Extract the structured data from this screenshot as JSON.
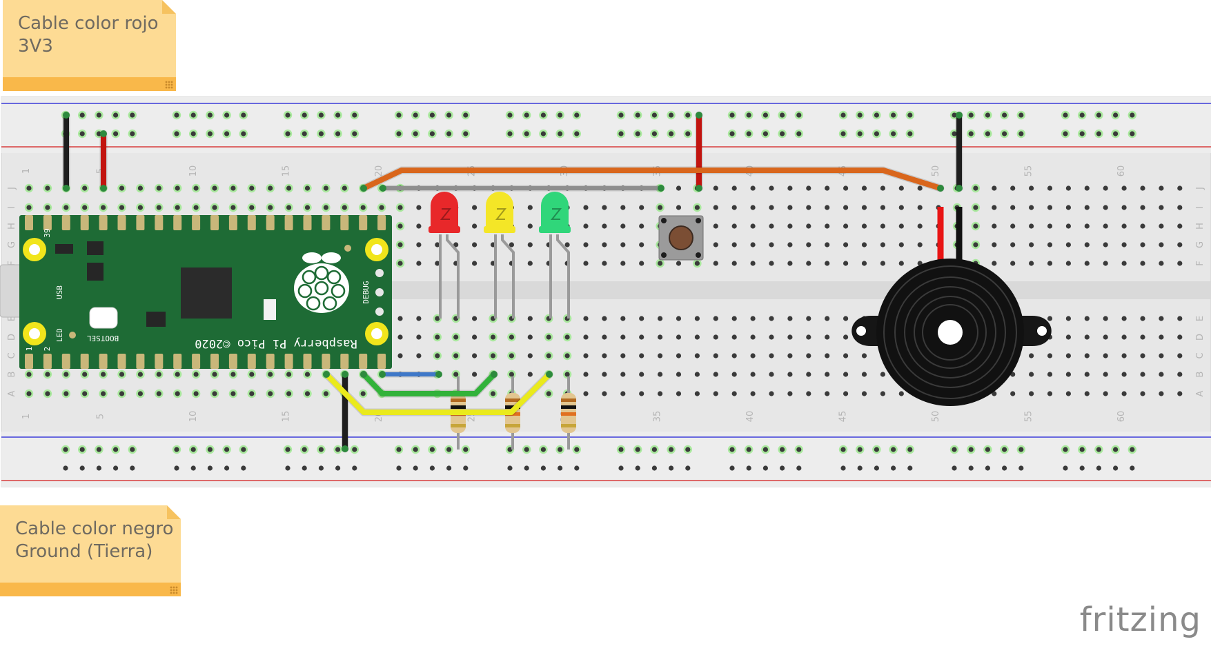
{
  "notes": {
    "top": {
      "line1": "Cable color rojo",
      "line2": "3V3"
    },
    "bottom": {
      "line1": "Cable color negro",
      "line2": "Ground (Tierra)"
    }
  },
  "brand": "fritzing",
  "breadboard": {
    "column_numbers": [
      "1",
      "5",
      "10",
      "15",
      "20",
      "25",
      "30",
      "35",
      "40",
      "45",
      "50",
      "55",
      "60"
    ],
    "row_letters_top": [
      "J",
      "I",
      "H",
      "G",
      "F"
    ],
    "row_letters_bottom": [
      "E",
      "D",
      "C",
      "B",
      "A"
    ]
  },
  "pico": {
    "name": "Raspberry Pi Pico ©2020",
    "labels": {
      "usb": "USB",
      "led": "LED",
      "bootsel": "BOOTSEL",
      "debug": "DEBUG",
      "pin39": "39",
      "pin1": "1",
      "pin2": "2"
    }
  },
  "colors": {
    "note_fill": "#fddb94",
    "note_band": "#f9b84a",
    "board": "#e6e6e6",
    "rail_blue": "#1a1ad6",
    "rail_red": "#d41a1a",
    "pico_green": "#1e6b35",
    "wire_red": "#c2140f",
    "wire_black": "#1e1e1e",
    "wire_orange": "#d9661c",
    "wire_gray": "#8e8e8e",
    "wire_yellow": "#eaea1c",
    "wire_green": "#32b23a",
    "wire_blue": "#3f78c8",
    "led_red": "#e8282a",
    "led_yellow": "#f4e627",
    "led_green": "#30d67a"
  }
}
